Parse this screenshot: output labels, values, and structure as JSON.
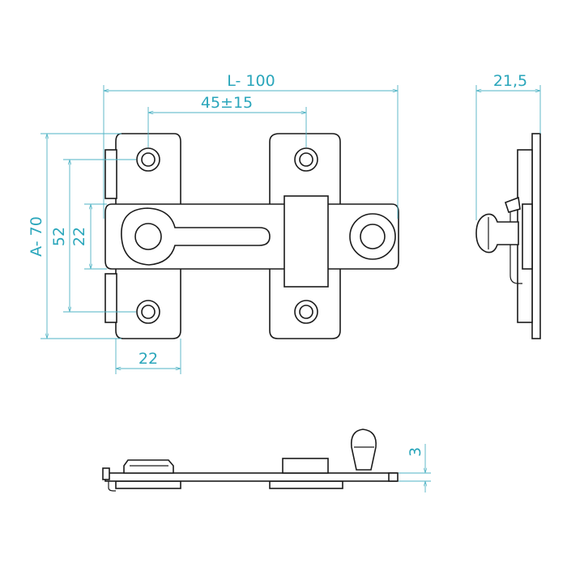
{
  "dimensions": {
    "length": "L- 100",
    "hole_spacing": "45±15",
    "height": "A- 70",
    "inner_height": "52",
    "bolt_height": "22",
    "plate_width": "22",
    "depth": "21,5",
    "thickness": "3"
  },
  "colors": {
    "line": "#1a1a1a",
    "dimension": "#2aa6bb"
  }
}
